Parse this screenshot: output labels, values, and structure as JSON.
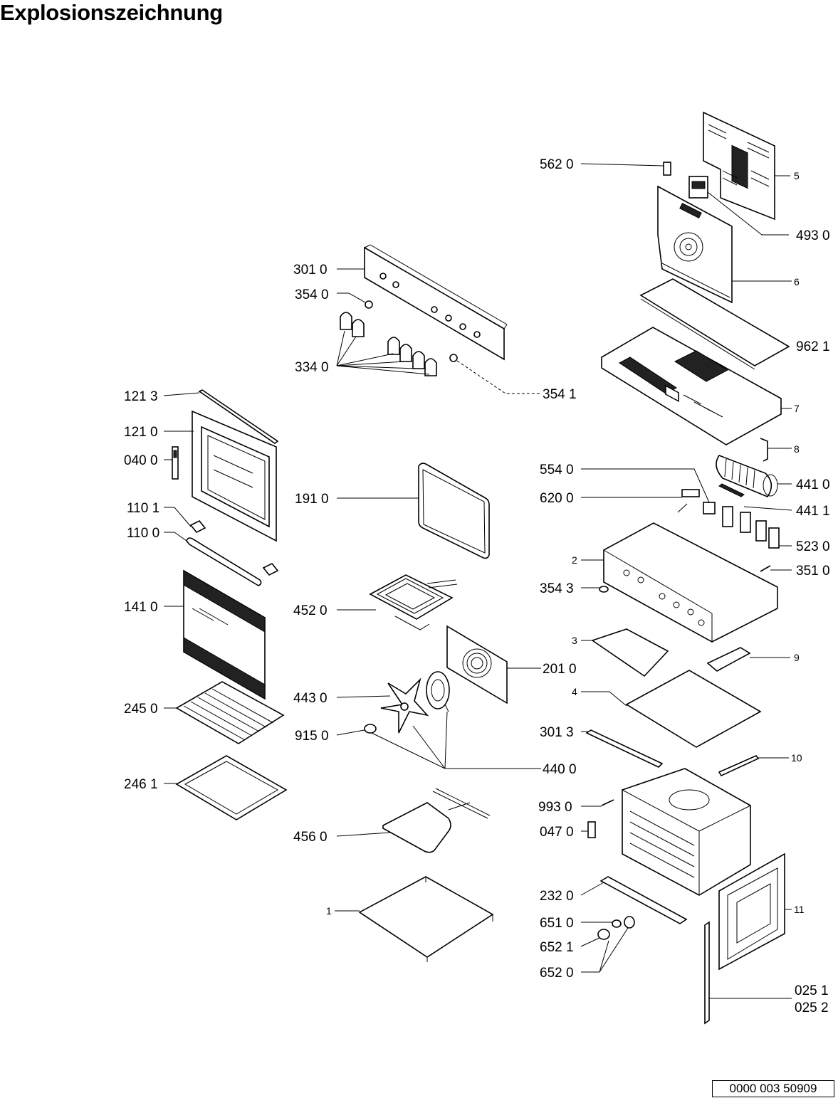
{
  "title": "Explosionszeichnung",
  "document_id": "0000 003 50909",
  "labels": {
    "l5620": "562 0",
    "l5": "5",
    "l4930": "493 0",
    "l6": "6",
    "l3010": "301 0",
    "l3540": "354 0",
    "l9621": "962 1",
    "l3340": "334 0",
    "l3541": "354 1",
    "l7": "7",
    "l1213": "121 3",
    "l1210": "121 0",
    "l0400": "040 0",
    "l8": "8",
    "l5540": "554 0",
    "l4410": "441 0",
    "l6200": "620 0",
    "l4411": "441 1",
    "l1910": "191 0",
    "l1101": "110 1",
    "l1100": "110 0",
    "l5230": "523 0",
    "l2": "2",
    "l3510": "351 0",
    "l3543": "354 3",
    "l1410": "141 0",
    "l4520": "452 0",
    "l3": "3",
    "l9": "9",
    "l2010": "201 0",
    "l4": "4",
    "l2450": "245 0",
    "l4430": "443 0",
    "l9150": "915 0",
    "l3013": "301 3",
    "l4400": "440 0",
    "l10": "10",
    "l2461": "246 1",
    "l9930": "993 0",
    "l0470": "047 0",
    "l4560": "456 0",
    "l2320": "232 0",
    "l1": "1",
    "l11": "11",
    "l6510": "651 0",
    "l6521": "652 1",
    "l6520": "652 0",
    "l0251": "025 1",
    "l0252": "025 2"
  }
}
